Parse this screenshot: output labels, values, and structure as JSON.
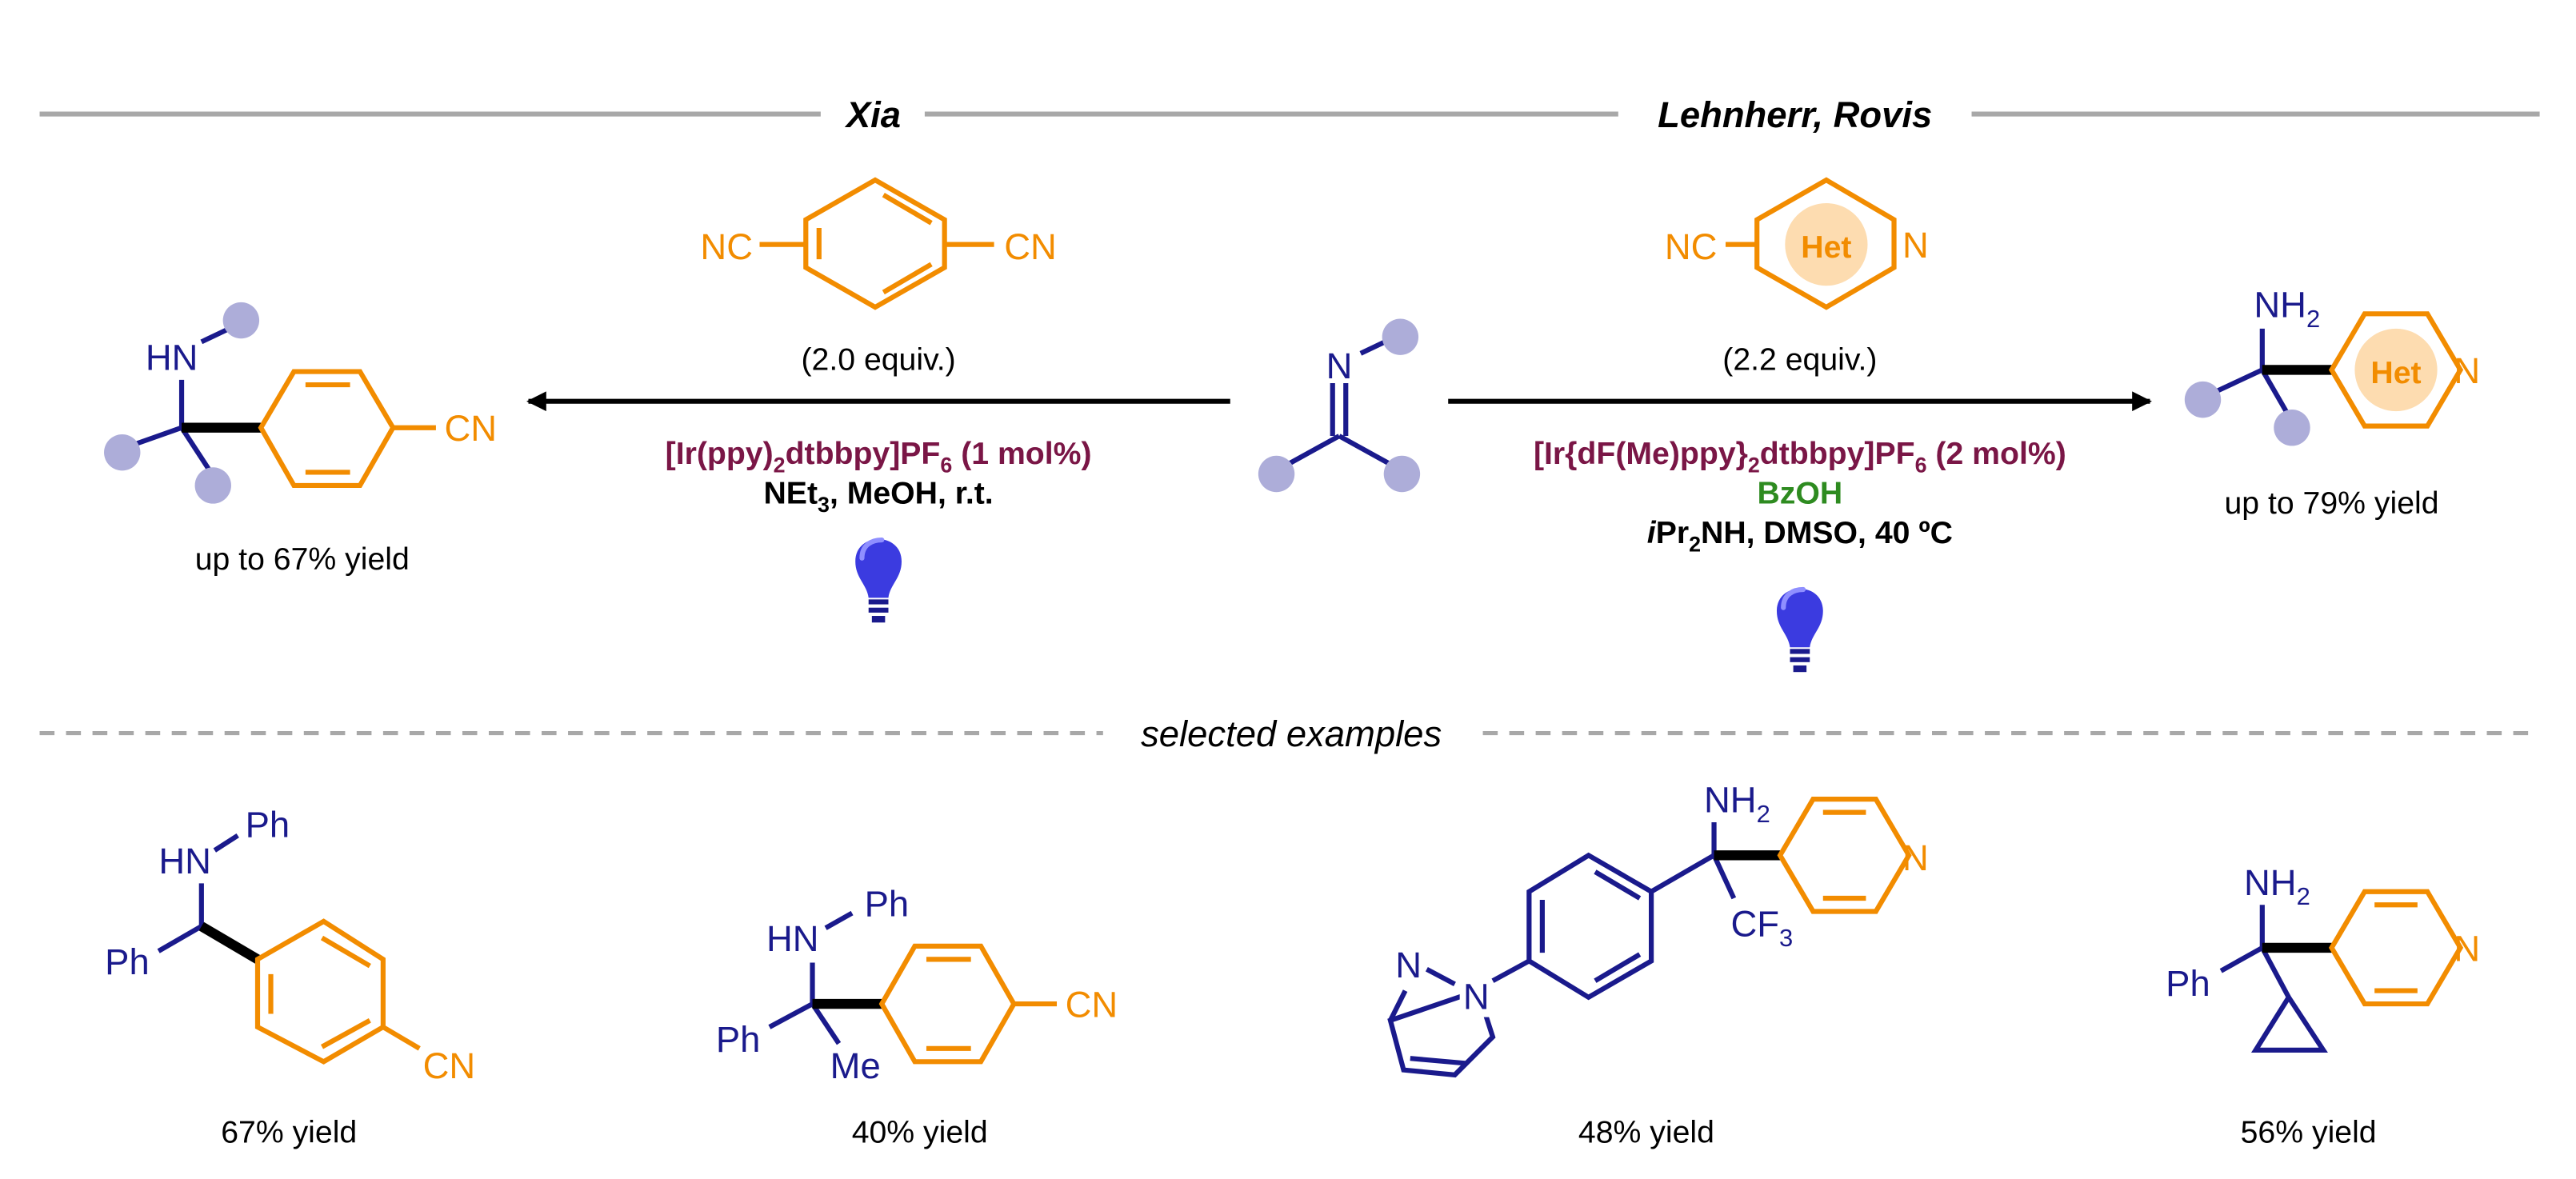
{
  "header": {
    "left_author": "Xia",
    "right_author": "Lehnherr, Rovis"
  },
  "colors": {
    "orange": "#F28C00",
    "navy": "#1A1A8C",
    "maroon": "#7A1646",
    "green": "#2E8B20",
    "grey_line": "#A8A8A8",
    "lavender": "#ADADD9",
    "bulb": "#3B3BE0"
  },
  "xia": {
    "reagent_left_cn": "NC",
    "reagent_right_cn": "CN",
    "equiv": "(2.0 equiv.)",
    "catalyst_pre": "[Ir(ppy)",
    "catalyst_sub": "2",
    "catalyst_mid": "dtbbpy]PF",
    "catalyst_sub2": "6",
    "catalyst_post": " (1 mol%)",
    "cond_pre": "NEt",
    "cond_sub": "3",
    "cond_post": ", MeOH, r.t.",
    "product_amine": "HN",
    "product_cn": "CN",
    "yield": "up to 67% yield",
    "light_icon": "lightbulb-icon"
  },
  "center": {
    "imine_n": "N"
  },
  "rovis": {
    "reagent_cn": "NC",
    "reagent_het": "Het",
    "reagent_n": "N",
    "equiv": "(2.2 equiv.)",
    "catalyst_pre": "[Ir{dF(Me)ppy}",
    "catalyst_sub": "2",
    "catalyst_mid": "dtbbpy]PF",
    "catalyst_sub2": "6",
    "catalyst_post": " (2 mol%)",
    "additive": "BzOH",
    "cond_ital": "i",
    "cond_pre": "Pr",
    "cond_sub": "2",
    "cond_post": "NH, DMSO, 40 ºC",
    "product_nh": "NH",
    "product_nh_sub": "2",
    "product_het": "Het",
    "product_n": "N",
    "yield": "up to 79% yield",
    "light_icon": "lightbulb-icon"
  },
  "examples": {
    "title": "selected examples",
    "items": [
      {
        "hn": "HN",
        "ph_top": "Ph",
        "ph_left": "Ph",
        "cn": "CN",
        "yield": "67% yield"
      },
      {
        "hn": "HN",
        "ph_top": "Ph",
        "ph_left": "Ph",
        "me": "Me",
        "cn": "CN",
        "yield": "40% yield"
      },
      {
        "nh": "NH",
        "nh_sub": "2",
        "cf": "CF",
        "cf_sub": "3",
        "n_pyr": "N",
        "n_pz1": "N",
        "n_pz2": "N",
        "yield": "48% yield"
      },
      {
        "nh": "NH",
        "nh_sub": "2",
        "ph": "Ph",
        "n_pyr": "N",
        "yield": "56% yield"
      }
    ]
  }
}
